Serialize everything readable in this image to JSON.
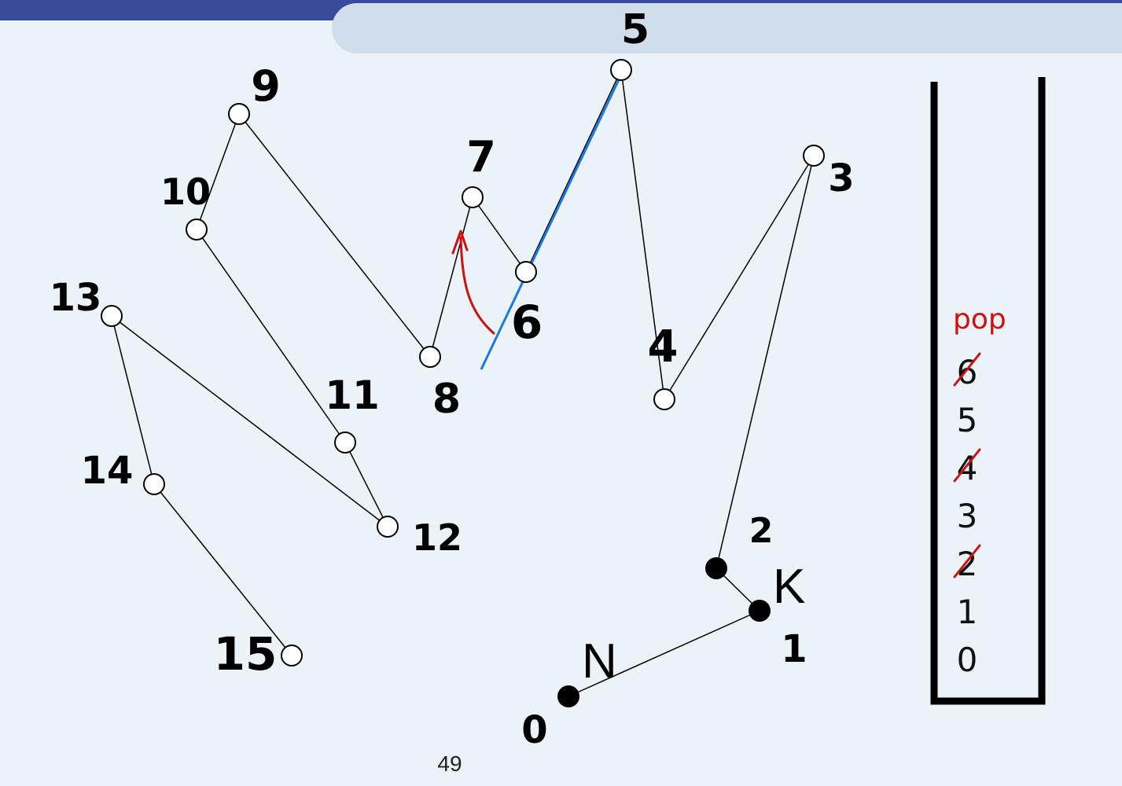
{
  "nodes": [
    {
      "id": "0",
      "label": "0",
      "filled": true
    },
    {
      "id": "1",
      "label": "1",
      "filled": true
    },
    {
      "id": "2",
      "label": "2",
      "filled": true
    },
    {
      "id": "3",
      "label": "3",
      "filled": false
    },
    {
      "id": "4",
      "label": "4",
      "filled": false
    },
    {
      "id": "5",
      "label": "5",
      "filled": false
    },
    {
      "id": "6",
      "label": "6",
      "filled": false
    },
    {
      "id": "7",
      "label": "7",
      "filled": false
    },
    {
      "id": "8",
      "label": "8",
      "filled": false
    },
    {
      "id": "9",
      "label": "9",
      "filled": false
    },
    {
      "id": "10",
      "label": "10",
      "filled": false
    },
    {
      "id": "11",
      "label": "11",
      "filled": false
    },
    {
      "id": "12",
      "label": "12",
      "filled": false
    },
    {
      "id": "13",
      "label": "13",
      "filled": false
    },
    {
      "id": "14",
      "label": "14",
      "filled": false
    },
    {
      "id": "15",
      "label": "15",
      "filled": false
    }
  ],
  "edges": [
    [
      "0",
      "1"
    ],
    [
      "1",
      "2"
    ],
    [
      "2",
      "3"
    ],
    [
      "3",
      "4"
    ],
    [
      "4",
      "5"
    ],
    [
      "5",
      "6"
    ],
    [
      "6",
      "7"
    ],
    [
      "7",
      "8"
    ],
    [
      "8",
      "9"
    ],
    [
      "9",
      "10"
    ],
    [
      "10",
      "11"
    ],
    [
      "11",
      "12"
    ],
    [
      "12",
      "13"
    ],
    [
      "13",
      "14"
    ],
    [
      "14",
      "15"
    ]
  ],
  "labels": {
    "k": "K",
    "n": "N"
  },
  "stack": {
    "header": "pop",
    "items": [
      {
        "value": "6",
        "crossed": true
      },
      {
        "value": "5",
        "crossed": false
      },
      {
        "value": "4",
        "crossed": true
      },
      {
        "value": "3",
        "crossed": false
      },
      {
        "value": "2",
        "crossed": true
      },
      {
        "value": "1",
        "crossed": false
      },
      {
        "value": "0",
        "crossed": false
      }
    ]
  },
  "colors": {
    "header_dark": "#3a4a9a",
    "header_light": "#d0deec",
    "background": "#ebf2f8",
    "annotation_red": "#d01010",
    "annotation_blue": "#1a7ae0"
  },
  "page_number": "49"
}
